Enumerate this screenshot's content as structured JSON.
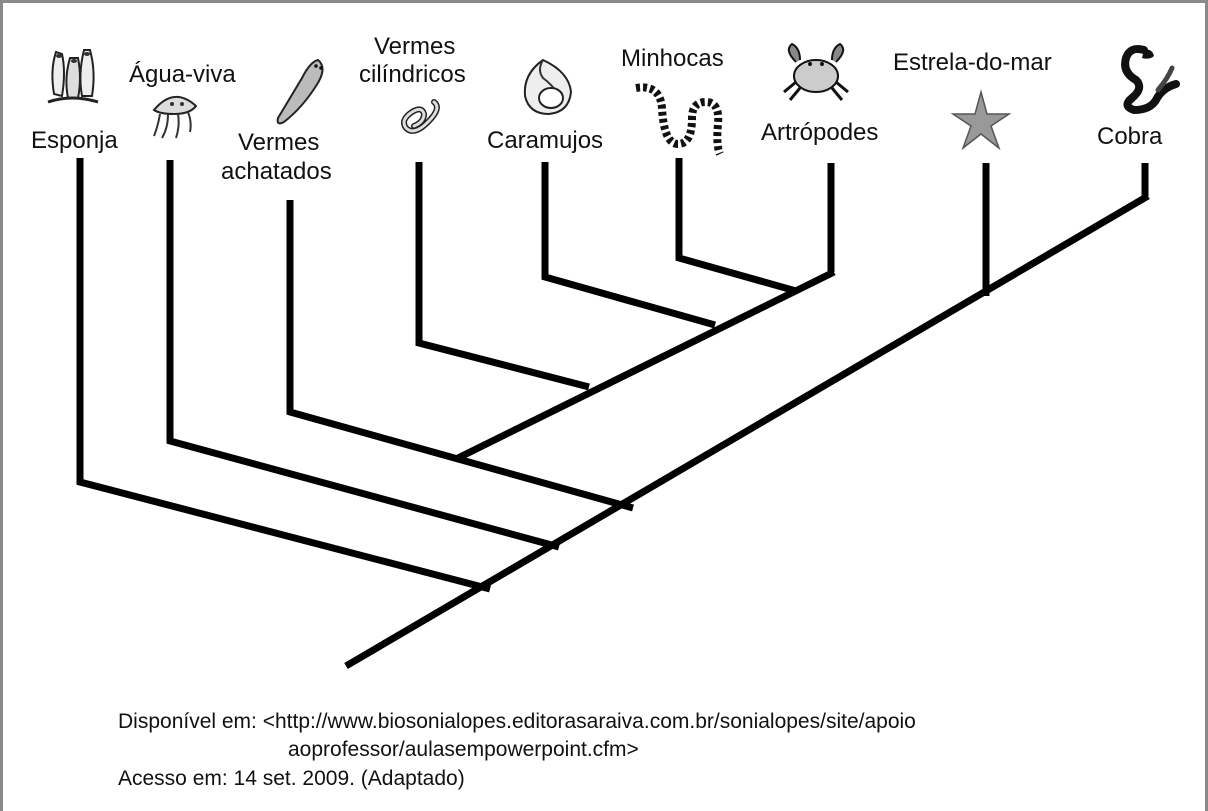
{
  "taxa": [
    {
      "id": "esponja",
      "label": "Esponja",
      "icon": "sponge-icon"
    },
    {
      "id": "agua-viva",
      "label": "Água-viva",
      "icon": "jellyfish-icon"
    },
    {
      "id": "vermes-achatados",
      "label_lines": [
        "Vermes",
        "achatados"
      ],
      "icon": "flatworm-icon"
    },
    {
      "id": "vermes-cilindricos",
      "label_lines": [
        "Vermes",
        "cilíndricos"
      ],
      "icon": "roundworm-icon"
    },
    {
      "id": "caramujos",
      "label": "Caramujos",
      "icon": "snail-icon"
    },
    {
      "id": "minhocas",
      "label": "Minhocas",
      "icon": "earthworm-icon"
    },
    {
      "id": "artropodes",
      "label": "Artrópodes",
      "icon": "crab-icon"
    },
    {
      "id": "estrela-do-mar",
      "label": "Estrela-do-mar",
      "icon": "starfish-icon"
    },
    {
      "id": "cobra",
      "label": "Cobra",
      "icon": "snake-icon"
    }
  ],
  "source": {
    "line1": "Disponível em: <http://www.biosonialopes.editorasaraiva.com.br/sonialopes/site/apoio",
    "line2": "aoprofessor/aulasempowerpoint.cfm>",
    "line3": "Acesso em:  14 set. 2009. (Adaptado)"
  }
}
